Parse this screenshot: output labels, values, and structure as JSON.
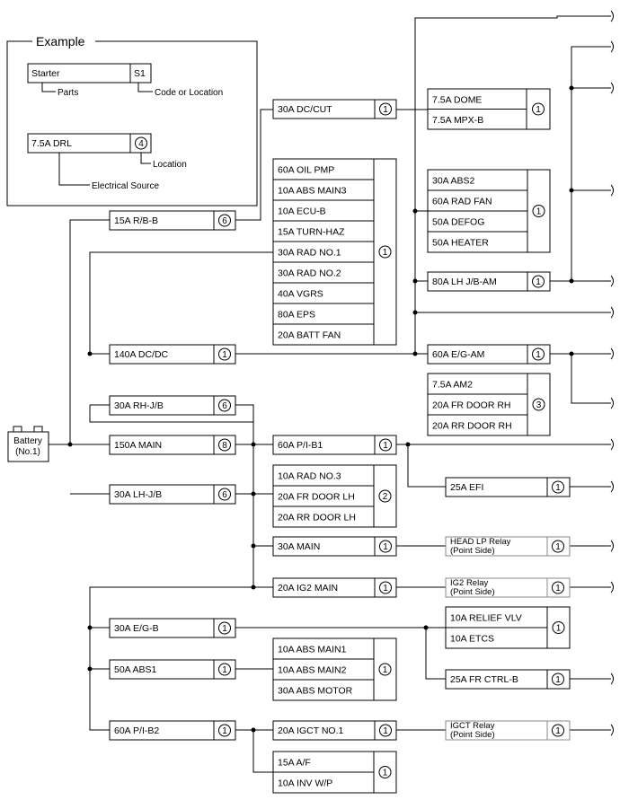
{
  "example": {
    "title": "Example",
    "parts_box": "Starter",
    "parts_code": "S1",
    "parts_caption": "Parts",
    "code_caption": "Code or Location",
    "source_box": "7.5A DRL",
    "source_loc": "4",
    "location_caption": "Location",
    "source_caption": "Electrical Source"
  },
  "battery": {
    "line1": "Battery",
    "line2": "(No.1)"
  },
  "fuses": {
    "r_b_b": "15A R/B-B",
    "dc_dc": "140A DC/DC",
    "rh_jb": "30A RH-J/B",
    "main150": "150A MAIN",
    "lh_jb": "30A LH-J/B",
    "e_g_b": "30A E/G-B",
    "abs1": "50A ABS1",
    "p_i_b2": "60A P/I-B2",
    "dc_cut": "30A DC/CUT",
    "p_i_b1": "60A P/I-B1",
    "main30": "30A MAIN",
    "ig2_main": "20A IG2 MAIN",
    "igct_no1": "20A IGCT NO.1",
    "lh_jb_am": "80A LH J/B-AM",
    "e_g_am": "60A E/G-AM",
    "efi": "25A EFI",
    "fr_ctrl_b": "25A FR CTRL-B"
  },
  "groups": {
    "dome": [
      "7.5A DOME",
      "7.5A MPX-B"
    ],
    "oil": [
      "60A OIL PMP",
      "10A ABS MAIN3",
      "10A ECU-B",
      "15A TURN-HAZ",
      "30A RAD NO.1",
      "30A RAD NO.2",
      "40A VGRS",
      "80A EPS",
      "20A BATT FAN"
    ],
    "abs2": [
      "30A ABS2",
      "60A RAD FAN",
      "50A DEFOG",
      "50A HEATER"
    ],
    "am2": [
      "7.5A AM2",
      "20A FR DOOR RH",
      "20A RR DOOR RH"
    ],
    "rad3": [
      "10A RAD NO.3",
      "20A FR DOOR LH",
      "20A RR DOOR LH"
    ],
    "relief": [
      "10A RELIEF VLV",
      "10A ETCS"
    ],
    "absmain": [
      "10A ABS MAIN1",
      "10A ABS MAIN2",
      "30A ABS MOTOR"
    ],
    "af": [
      "15A A/F",
      "10A INV W/P"
    ]
  },
  "relays": {
    "head": [
      "HEAD LP Relay",
      "(Point Side)"
    ],
    "ig2": [
      "IG2 Relay",
      "(Point Side)"
    ],
    "igct": [
      "IGCT Relay",
      "(Point Side)"
    ]
  },
  "locations": {
    "r_b_b": "6",
    "dc_dc": "1",
    "rh_jb": "6",
    "main150": "8",
    "lh_jb": "6",
    "e_g_b": "1",
    "abs1": "1",
    "p_i_b2": "1",
    "dc_cut": "1",
    "dome": "1",
    "oil": "1",
    "abs2": "1",
    "lh_jb_am": "1",
    "e_g_am": "1",
    "am2": "3",
    "p_i_b1": "1",
    "efi": "1",
    "rad3": "2",
    "main30": "1",
    "head": "1",
    "ig2_main": "1",
    "ig2": "1",
    "relief": "1",
    "absmain": "1",
    "fr_ctrl_b": "1",
    "igct_no1": "1",
    "igct": "1",
    "af": "1"
  }
}
